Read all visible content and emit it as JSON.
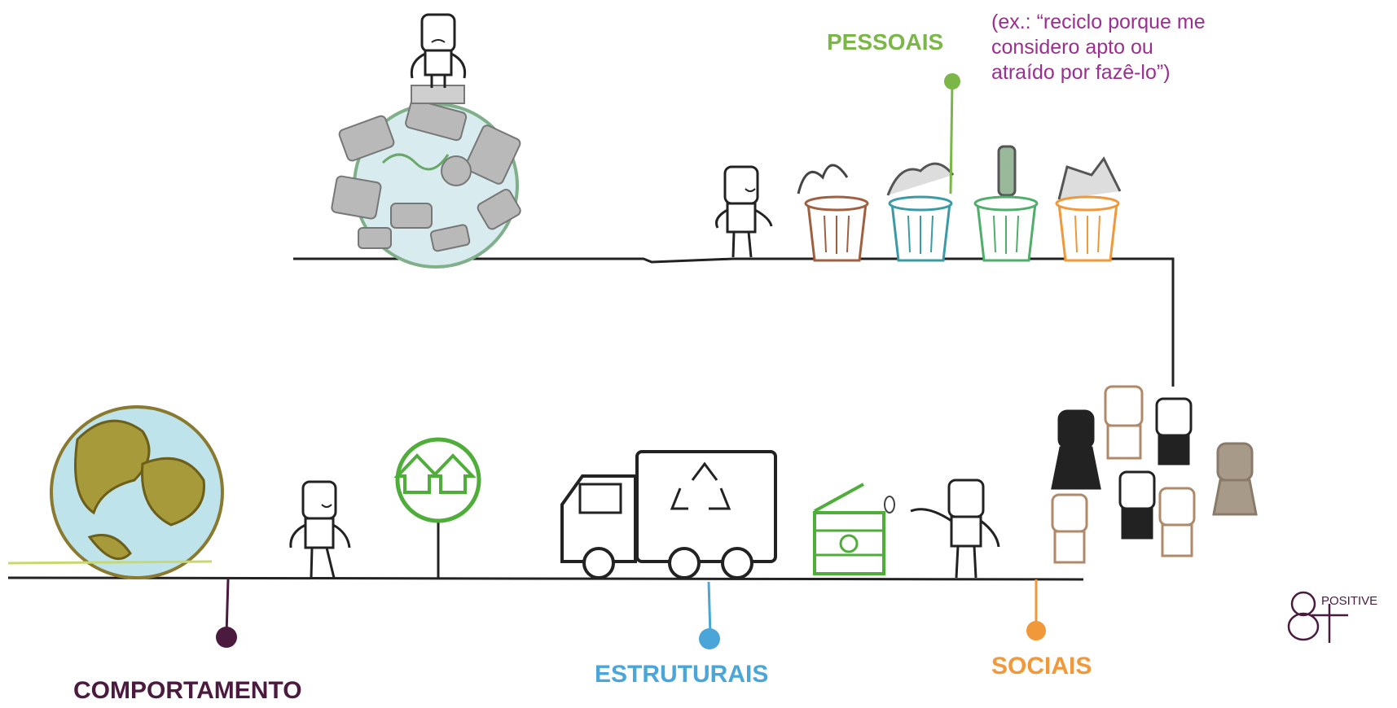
{
  "labels": {
    "pessoais": "PESSOAIS",
    "estruturais": "ESTRUTURAIS",
    "sociais": "SOCIAIS",
    "comportamento": "COMPORTAMENTO"
  },
  "example_note": {
    "line1": "(ex.: “reciclo porque me",
    "line2": "considero apto ou",
    "line3": "atraído por fazê-lo”)"
  },
  "brand": {
    "mark": "8+",
    "text": "POSITIVE"
  },
  "colors": {
    "pessoais": "#7ab648",
    "estruturais": "#4aa6d8",
    "sociais": "#f0983a",
    "comportamento": "#4b1a3f",
    "note": "#9b2f8f",
    "line": "#222222",
    "brand": "#4b1a3f"
  }
}
